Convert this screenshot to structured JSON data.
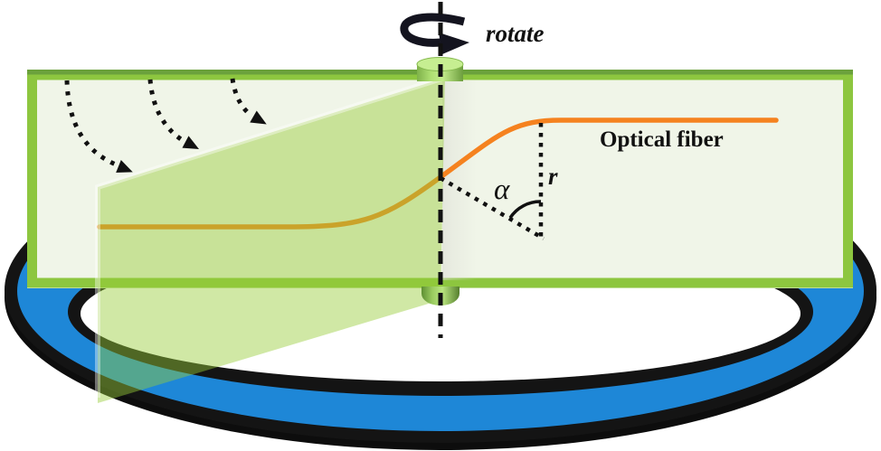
{
  "figure": {
    "description": "Schematic of an optical fiber mounted on a rotating turntable: a vertical rotation axis passes through a green panel; the fiber forms an S-curve offset by radius r at angle alpha; dotted arrows show sweep direction of the rotating plane over a blue ring-shaped turntable."
  },
  "labels": {
    "rotate": "rotate",
    "optical_fiber": "Optical fiber",
    "alpha": "α",
    "radius": "r"
  },
  "colors": {
    "panel_fill": "#F0F5E8",
    "panel_border": "#8DC63F",
    "panel_border_dark": "#6BA13C",
    "fiber_orange": "#F5821F",
    "sweep_plane_green": "#96CB37",
    "turntable_blue": "#1E87D7",
    "rim_black": "#141414",
    "ink": "#111111",
    "spindle_green_light": "#C3EC8C",
    "spindle_green_dark": "#6D9E3E"
  },
  "icons": {
    "rotation": "rotate-swoosh-arrow-icon",
    "sweep": "dotted-curved-arrow-icon"
  }
}
